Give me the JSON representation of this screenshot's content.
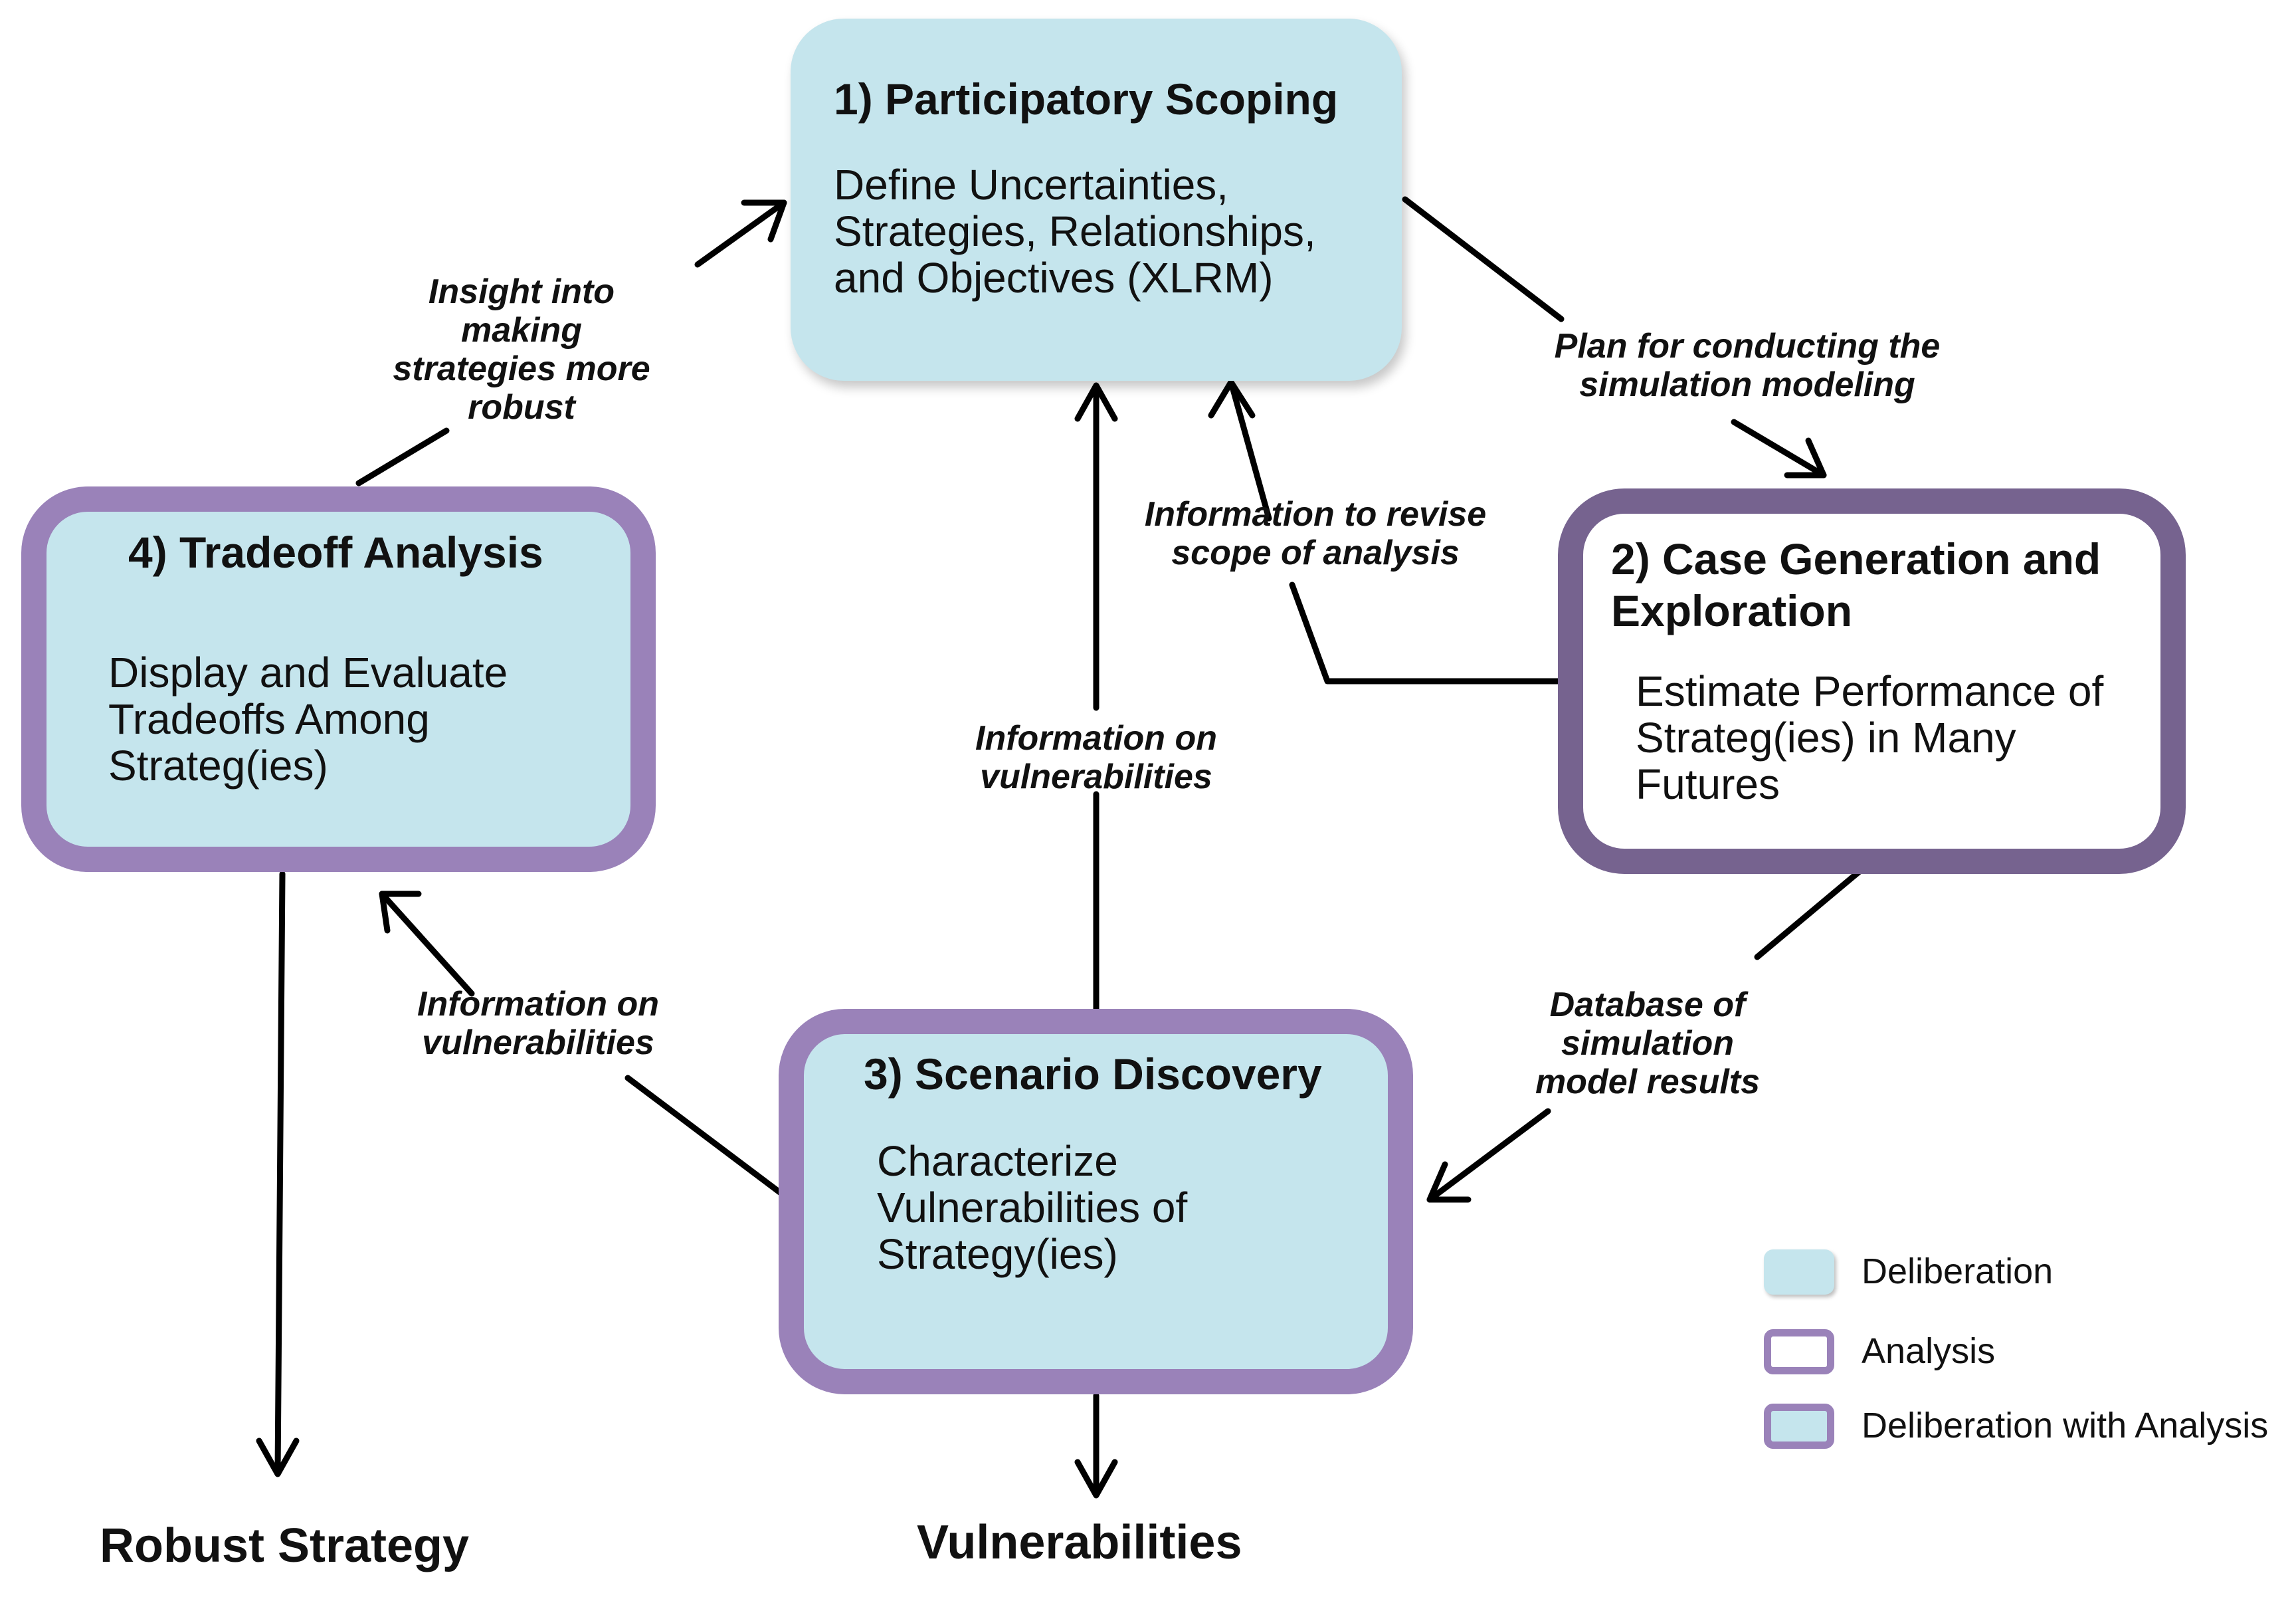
{
  "boxes": {
    "scoping": {
      "title": "1) Participatory Scoping",
      "body_lines": [
        "Define Uncertainties,",
        "Strategies, Relationships,",
        "and Objectives (XLRM)"
      ],
      "fill": "#c5e5ed"
    },
    "case_generation": {
      "title_lines": [
        "2) Case Generation and",
        "Exploration"
      ],
      "body_lines": [
        "Estimate Performance of",
        "Strateg(ies) in Many",
        "Futures"
      ],
      "border": "#76638f"
    },
    "scenario_discovery": {
      "title": "3) Scenario Discovery",
      "body_lines": [
        "Characterize",
        "Vulnerabilities of",
        "Strategy(ies)"
      ],
      "border": "#9a82b9",
      "fill": "#c5e5ed"
    },
    "tradeoff": {
      "title": "4) Tradeoff Analysis",
      "body_lines": [
        "Display and Evaluate",
        "Tradeoffs Among",
        "Strateg(ies)"
      ],
      "border": "#9a82b9",
      "fill": "#c5e5ed"
    }
  },
  "arrow_labels": {
    "insight": [
      "Insight into",
      "making",
      "strategies more",
      "robust"
    ],
    "plan": [
      "Plan for conducting the",
      "simulation modeling"
    ],
    "revise": [
      "Information to revise",
      "scope of analysis"
    ],
    "vuln_center": [
      "Information on",
      "vulnerabilities"
    ],
    "vuln_left": [
      "Information on",
      "vulnerabilities"
    ],
    "database": [
      "Database of",
      "simulation",
      "model results"
    ]
  },
  "outputs": {
    "robust_strategy": "Robust Strategy",
    "vulnerabilities": "Vulnerabilities"
  },
  "legend": [
    {
      "label": "Deliberation",
      "style": "deliberation"
    },
    {
      "label": "Analysis",
      "style": "analysis"
    },
    {
      "label": "Deliberation with Analysis",
      "style": "deliberation-with-analysis"
    }
  ],
  "colors": {
    "deliberation_fill": "#c5e5ed",
    "analysis_border_dark": "#76638f",
    "analysis_border_light": "#9a82b9",
    "arrow": "#000000"
  }
}
